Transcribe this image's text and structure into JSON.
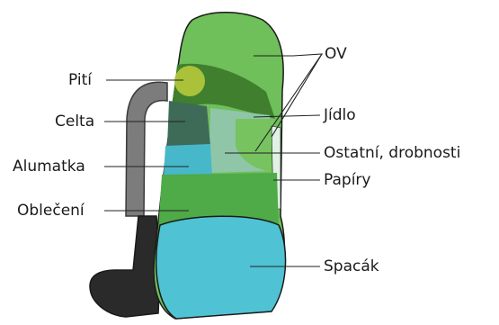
{
  "labels": {
    "piti": "Pití",
    "celta": "Celta",
    "alumatka": "Alumatka",
    "obleceni": "Oblečení",
    "ov": "OV",
    "jidlo": "Jídlo",
    "ostatni": "Ostatní, drobnosti",
    "papiry": "Papíry",
    "spacak": "Spacák"
  },
  "colors": {
    "ov": "#6fbf5a",
    "top_dark": "#3f7f2e",
    "piti": "#a9c23a",
    "celta": "#3e6b57",
    "alumatka": "#47b8c9",
    "jidlo": "#77c35f",
    "ostatni": "#8fc6a8",
    "obleceni": "#4faa48",
    "spacak": "#4fc2d3",
    "strap": "#7c7c7c",
    "base_strap": "#2a2a2a"
  }
}
